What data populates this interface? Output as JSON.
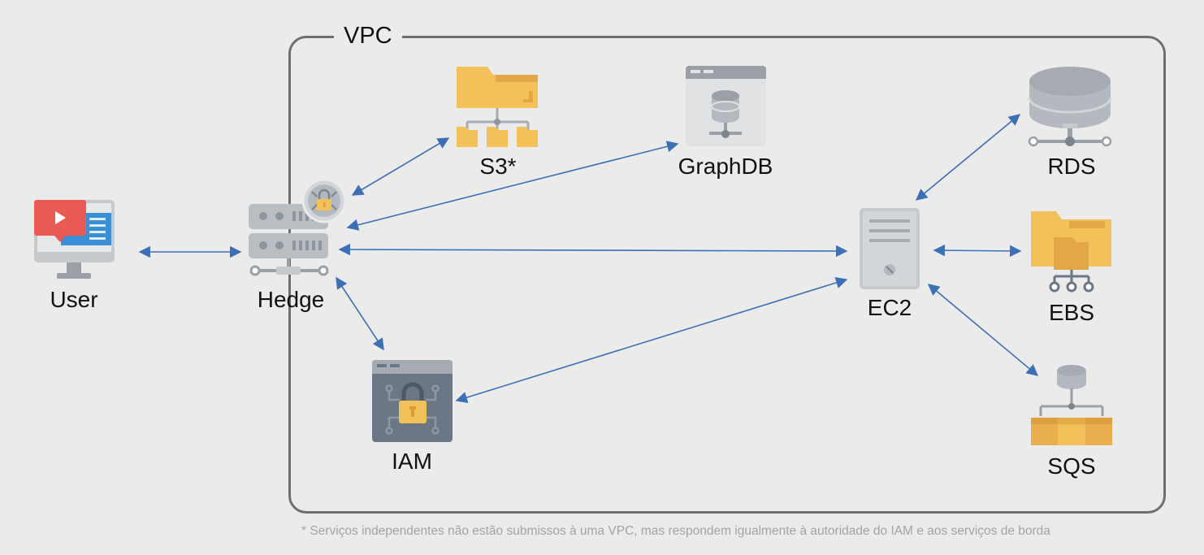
{
  "vpc": {
    "label": "VPC"
  },
  "nodes": {
    "user": {
      "label": "User",
      "icon": "monitor-video-icon"
    },
    "hedge": {
      "label": "Hedge",
      "icon": "server-lock-icon"
    },
    "s3": {
      "label": "S3*",
      "icon": "folder-tree-icon"
    },
    "graphdb": {
      "label": "GraphDB",
      "icon": "database-window-icon"
    },
    "iam": {
      "label": "IAM",
      "icon": "lock-window-icon"
    },
    "ec2": {
      "label": "EC2",
      "icon": "server-tower-icon"
    },
    "rds": {
      "label": "RDS",
      "icon": "database-network-icon"
    },
    "ebs": {
      "label": "EBS",
      "icon": "folder-network-icon"
    },
    "sqs": {
      "label": "SQS",
      "icon": "queue-blocks-icon"
    }
  },
  "footnote": "* Serviços independentes não estão submissos à uma VPC, mas respondem igualmente à autoridade do IAM e aos serviços de borda",
  "colors": {
    "arrow": "#3d6fb5",
    "vpc_border": "#6f6f6f",
    "folder": "#f2c15a",
    "folder_dark": "#e4a746",
    "gray": "#c7cacd",
    "gray_dark": "#9aa0a6",
    "slate": "#6b7784"
  }
}
